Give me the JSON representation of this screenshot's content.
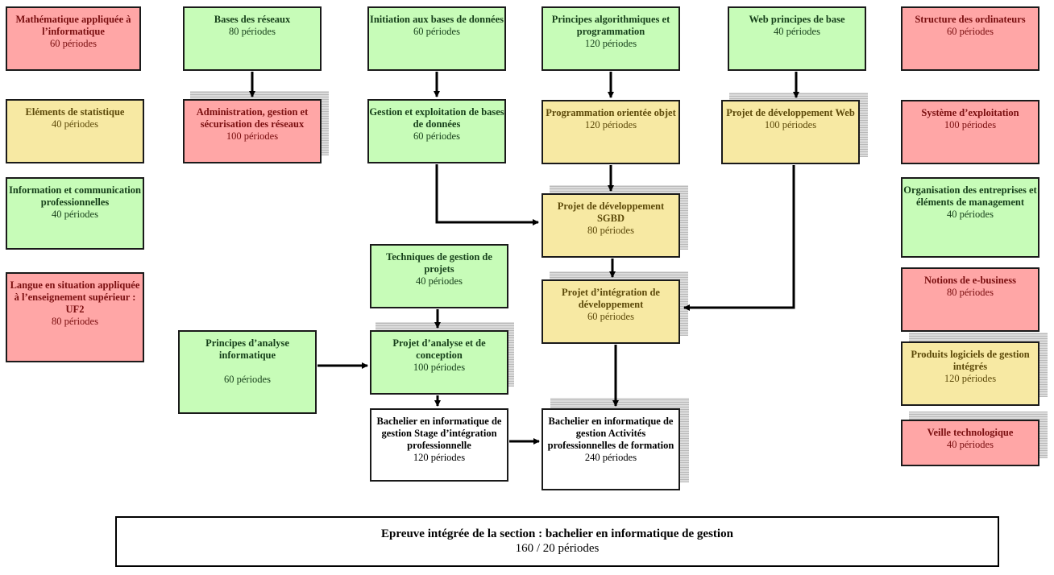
{
  "left_column": [
    {
      "title": "Mathématique appliquée à l’informatique",
      "periods": "60 périodes",
      "color": "red"
    },
    {
      "title": "Eléments de statistique",
      "periods": "40 périodes",
      "color": "yellow"
    },
    {
      "title": "Information et communication professionnelles",
      "periods": "40 périodes",
      "color": "green"
    },
    {
      "title": "Langue en situation appliquée à l’enseignement supérieur : UF2",
      "periods": "80 périodes",
      "color": "red"
    }
  ],
  "right_column": [
    {
      "title": "Structure des ordinateurs",
      "periods": "60 périodes",
      "color": "red"
    },
    {
      "title": "Système d’exploitation",
      "periods": "100 périodes",
      "color": "red"
    },
    {
      "title": "Organisation des entreprises et éléments de management",
      "periods": "40 périodes",
      "color": "green"
    },
    {
      "title": "Notions de e-business",
      "periods": "80 périodes",
      "color": "red"
    },
    {
      "title": "Produits logiciels de gestion intégrés",
      "periods": "120 périodes",
      "color": "yellow"
    },
    {
      "title": "Veille technologique",
      "periods": "40 périodes",
      "color": "red"
    }
  ],
  "top_row": [
    {
      "title": "Bases des réseaux",
      "periods": "80 périodes",
      "color": "green"
    },
    {
      "title": "Initiation aux bases de données",
      "periods": "60 périodes",
      "color": "green"
    },
    {
      "title": "Principes algorithmiques et programmation",
      "periods": "120 périodes",
      "color": "green"
    },
    {
      "title": "Web principes de base",
      "periods": "40 périodes",
      "color": "green"
    }
  ],
  "second_row": [
    {
      "title": "Administration, gestion et sécurisation des réseaux",
      "periods": "100 périodes",
      "color": "red"
    },
    {
      "title": "Gestion et exploitation de bases de données",
      "periods": "60 périodes",
      "color": "green"
    },
    {
      "title": "Programmation orientée objet",
      "periods": "120 périodes",
      "color": "yellow"
    },
    {
      "title": "Projet de développement Web",
      "periods": "100 périodes",
      "color": "yellow"
    }
  ],
  "center": {
    "sgbd": {
      "title": "Projet de développement SGBD",
      "periods": "80 périodes",
      "color": "yellow"
    },
    "integration": {
      "title": "Projet d’intégration de développement",
      "periods": "60 périodes",
      "color": "yellow"
    },
    "gestion_projets": {
      "title": "Techniques de gestion de projets",
      "periods": "40 périodes",
      "color": "green"
    },
    "analyse_info": {
      "title": "Principes d’analyse informatique",
      "periods": "60 périodes",
      "color": "green"
    },
    "analyse_conception": {
      "title": "Projet d’analyse et de conception",
      "periods": "100 périodes",
      "color": "green"
    },
    "stage": {
      "title": "Bachelier en informatique de gestion Stage d’intégration professionnelle",
      "periods": "120 périodes",
      "color": "white"
    },
    "activites": {
      "title": "Bachelier en informatique de gestion Activités professionnelles de formation",
      "periods": "240 périodes",
      "color": "white"
    }
  },
  "footer": {
    "title": "Epreuve intégrée de la section : bachelier en informatique de gestion",
    "periods": "160 / 20 périodes"
  },
  "colors": {
    "red": "#ffa6a6",
    "green": "#c7fcb8",
    "yellow": "#f7e9a3",
    "white": "#ffffff",
    "border": "#1a1a1a"
  }
}
